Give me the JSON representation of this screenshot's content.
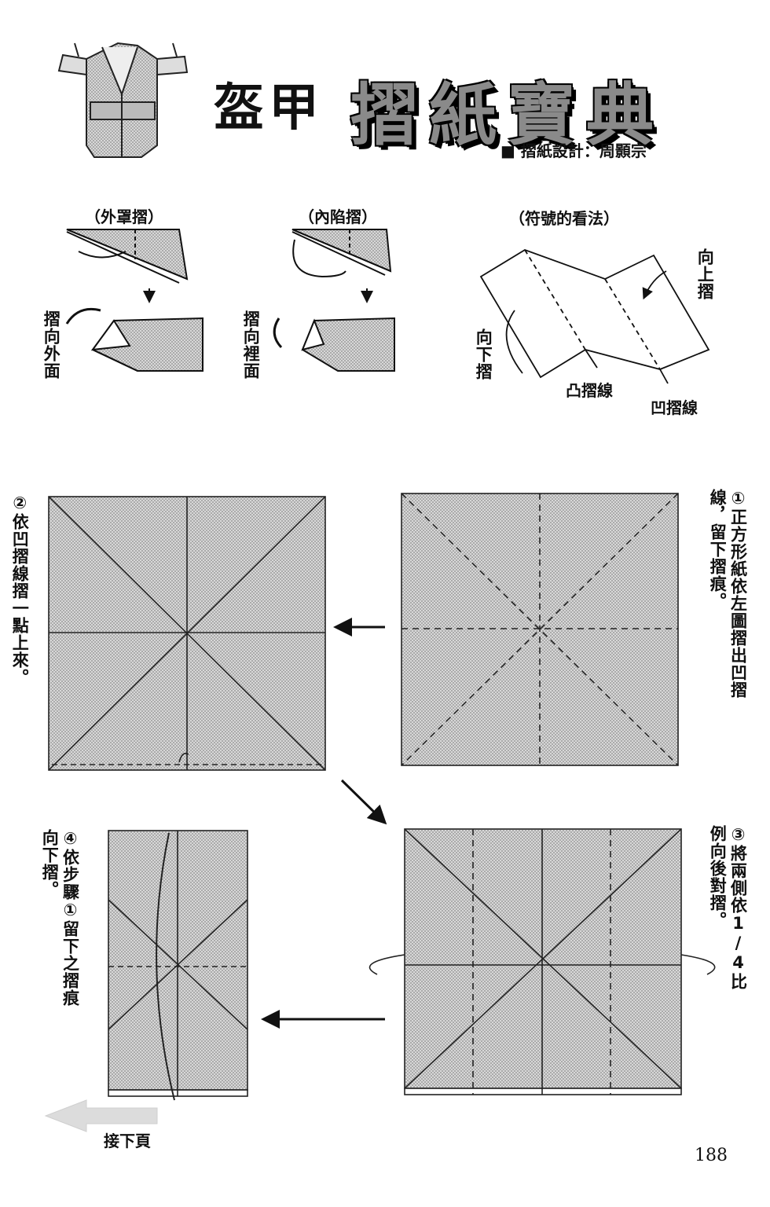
{
  "header": {
    "title_part1": "盔甲",
    "title_part2": "摺紙寶典",
    "designer_prefix": "■",
    "designer": "摺紙設計：周顥宗"
  },
  "legend": {
    "outside_reverse": "（外罩摺）",
    "inside_reverse": "（內陷摺）",
    "symbols": "（符號的看法）",
    "fold_outward": "摺向外面",
    "fold_inward": "摺向裡面",
    "fold_up": "向上摺",
    "fold_down": "向下摺",
    "mountain_line": "凸摺線",
    "valley_line": "凹摺線"
  },
  "steps": {
    "step1_num": "①",
    "step1_text": "正方形紙依左圖摺出凹摺線，留下摺痕。",
    "step2_num": "②",
    "step2_text": "依凹摺線摺一點上來。",
    "step3_num": "③",
    "step3_text": "將兩側依1/4比例向後對摺。",
    "step4_num": "④",
    "step4_text": "依步驟①留下之摺痕向下摺。"
  },
  "footer": {
    "next_page": "接下頁",
    "page_number": "188"
  },
  "colors": {
    "paper_fill": "#c9c9c9",
    "line": "#111111"
  }
}
